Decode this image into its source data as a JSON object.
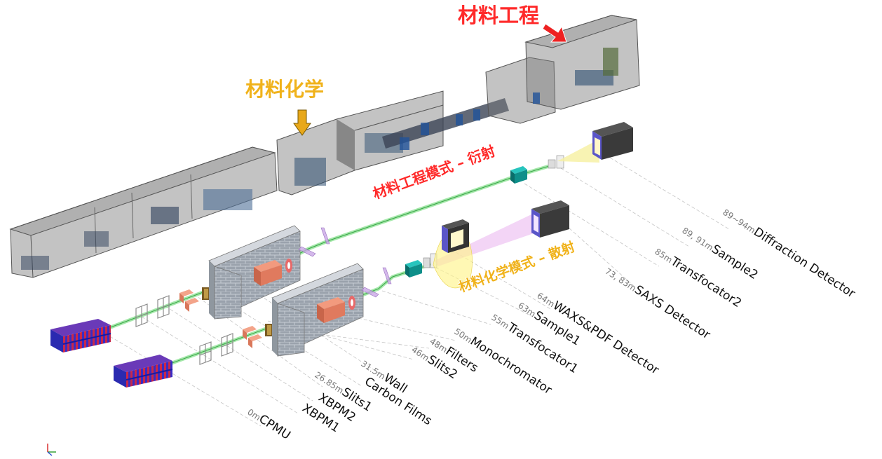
{
  "titles": {
    "materials_engineering": "材料工程",
    "materials_chemistry": "材料化学",
    "engineering_mode": "材料工程模式 – 衍射",
    "chemistry_mode": "材料化学模式 – 散射"
  },
  "components": [
    {
      "key": "cpmu",
      "distance": "0m",
      "name": "CPMU"
    },
    {
      "key": "xbpm1",
      "distance": "",
      "name": "XBPM1"
    },
    {
      "key": "xbpm2",
      "distance": "",
      "name": "XBPM2"
    },
    {
      "key": "slits1",
      "distance": "26.85m",
      "name": "Slits1"
    },
    {
      "key": "carbon-films",
      "distance": "",
      "name": "Carbon Films"
    },
    {
      "key": "wall",
      "distance": "31.5m",
      "name": "Wall"
    },
    {
      "key": "slits2",
      "distance": "46m",
      "name": "Slits2"
    },
    {
      "key": "filters",
      "distance": "48m",
      "name": "Filters"
    },
    {
      "key": "monochromator",
      "distance": "50m",
      "name": "Monochromator"
    },
    {
      "key": "transfocator1",
      "distance": "55m",
      "name": "Transfocator1"
    },
    {
      "key": "sample1",
      "distance": "63m",
      "name": "Sample1"
    },
    {
      "key": "waxs-pdf-detector",
      "distance": "64m",
      "name": "WAXS&PDF Detector"
    },
    {
      "key": "saxs-detector",
      "distance": "73, 83m",
      "name": "SAXS Detector"
    },
    {
      "key": "transfocator2",
      "distance": "85m",
      "name": "Transfocator2"
    },
    {
      "key": "sample2",
      "distance": "89, 91m",
      "name": "Sample2"
    },
    {
      "key": "diffraction-detector",
      "distance": "89~94m",
      "name": "Diffraction Detector"
    }
  ],
  "colors": {
    "engineering_accent": "#ff2a2a",
    "chemistry_accent": "#f0b21a",
    "beam": "#86e08c",
    "shield_wall": "#a3aab4",
    "hutch": "#8e8e8e"
  }
}
